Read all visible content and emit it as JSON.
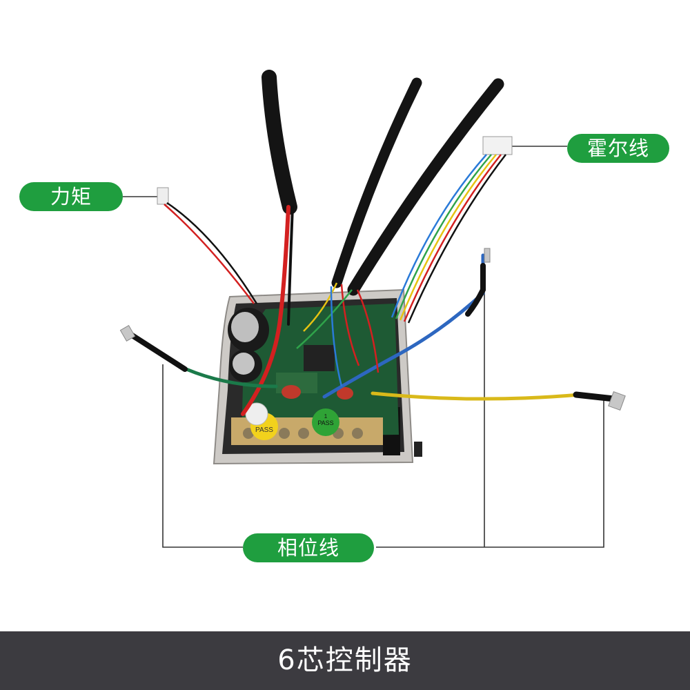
{
  "labels": {
    "torque": "力矩",
    "hall": "霍尔线",
    "phase": "相位线"
  },
  "board_marks": {
    "pass_yellow": "PASS",
    "pass_green": "PASS",
    "pass_green_num": "1"
  },
  "footer": {
    "title": "6芯控制器"
  },
  "colors": {
    "label_green": "#1f9e3f",
    "footer_bg": "#3c3b40",
    "leader_line": "#333333",
    "pcb_green": "#1e5a34",
    "housing": "#c9c6c2",
    "cable_black": "#141414"
  }
}
